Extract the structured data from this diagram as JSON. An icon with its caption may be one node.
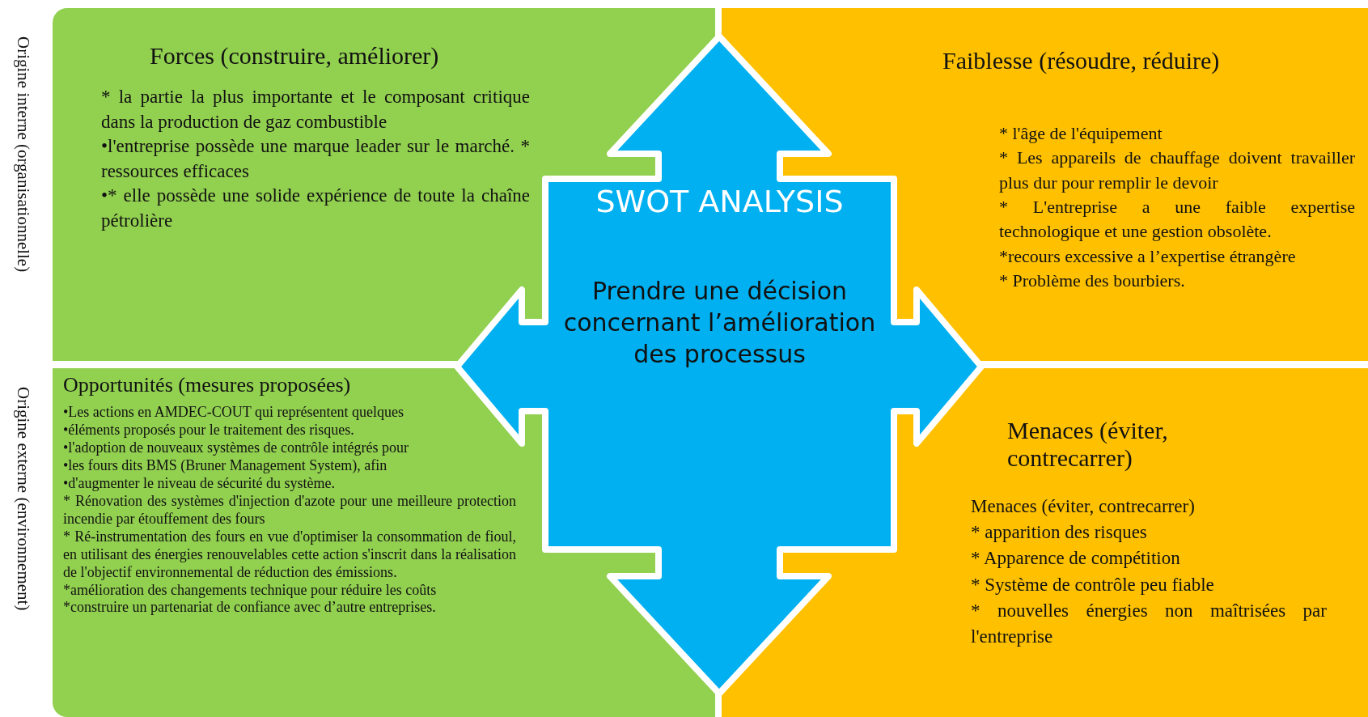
{
  "diagram": {
    "nodes": [
      {
        "text": [
          "Forces (construire, améliorer)",
          "* la partie la plus importante et le composant critique dans la production de gaz combustible",
          "•l'entreprise possède une marque leader sur le marché. * ressources efficaces",
          "•* elle possède une solide expérience de toute la chaîne pétrolière"
        ]
      },
      {
        "text": [
          "Faiblesse (résoudre, réduire)",
          "* l'âge de l'équipement",
          "* Les appareils de chauffage doivent travailler plus dur pour remplir le devoir",
          "* L'entreprise a une faible expertise technologique et une gestion obsolète.",
          "*recours excessive a l’expertise étrangère",
          "* Problème des bourbiers."
        ]
      },
      {
        "text": [
          "SWOT ANALYSIS",
          "Prendre une décision concernant l’amélioration des processus"
        ]
      },
      {
        "text": [
          "Opportunités (mesures proposées)",
          "•Les actions en AMDEC-COUT qui représentent quelques",
          "•éléments proposés pour le traitement des risques.",
          "•l'adoption de nouveaux systèmes de contrôle intégrés pour",
          "•les fours dits BMS (Bruner Management System), afin",
          "•d'augmenter le niveau de sécurité du système.",
          "* Rénovation des systèmes d'injection d'azote pour une meilleure protection incendie par étouffement des fours",
          "* Ré-instrumentation des fours en vue d'optimiser la consommation de fioul, en utilisant des énergies renouvelables cette action s'inscrit dans la réalisation de l'objectif environnemental de réduction des émissions.",
          "*amélioration des changements technique pour réduire les coûts",
          "*construire un partenariat de confiance avec d’autre entreprises."
        ]
      },
      {
        "text": [
          "Menaces (éviter, contrecarrer)",
          "Menaces (éviter, contrecarrer)",
          "* apparition des risques",
          "* Apparence de compétition",
          "* Système de contrôle peu fiable",
          "* nouvelles énergies non maîtrisées par l'entreprise"
        ]
      }
    ],
    "labels": [
      "Origine interne (organisationnelle)",
      "Origine externe (environnement)"
    ]
  }
}
